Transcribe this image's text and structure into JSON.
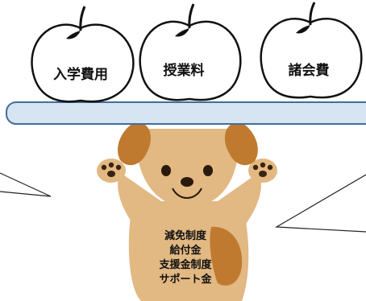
{
  "apples": {
    "items": [
      {
        "label": "入学費用"
      },
      {
        "label": "授業料"
      },
      {
        "label": "諸会費"
      }
    ]
  },
  "dog": {
    "body_lines": [
      "減免制度",
      "給付金",
      "支援金制度",
      "サポート金"
    ]
  },
  "colors": {
    "dog_fur": "#e2b883",
    "dog_ear": "#bf7a30",
    "tray_fill": "#d7e4f1",
    "tray_stroke": "#3f6f9a",
    "outline": "#111111"
  }
}
